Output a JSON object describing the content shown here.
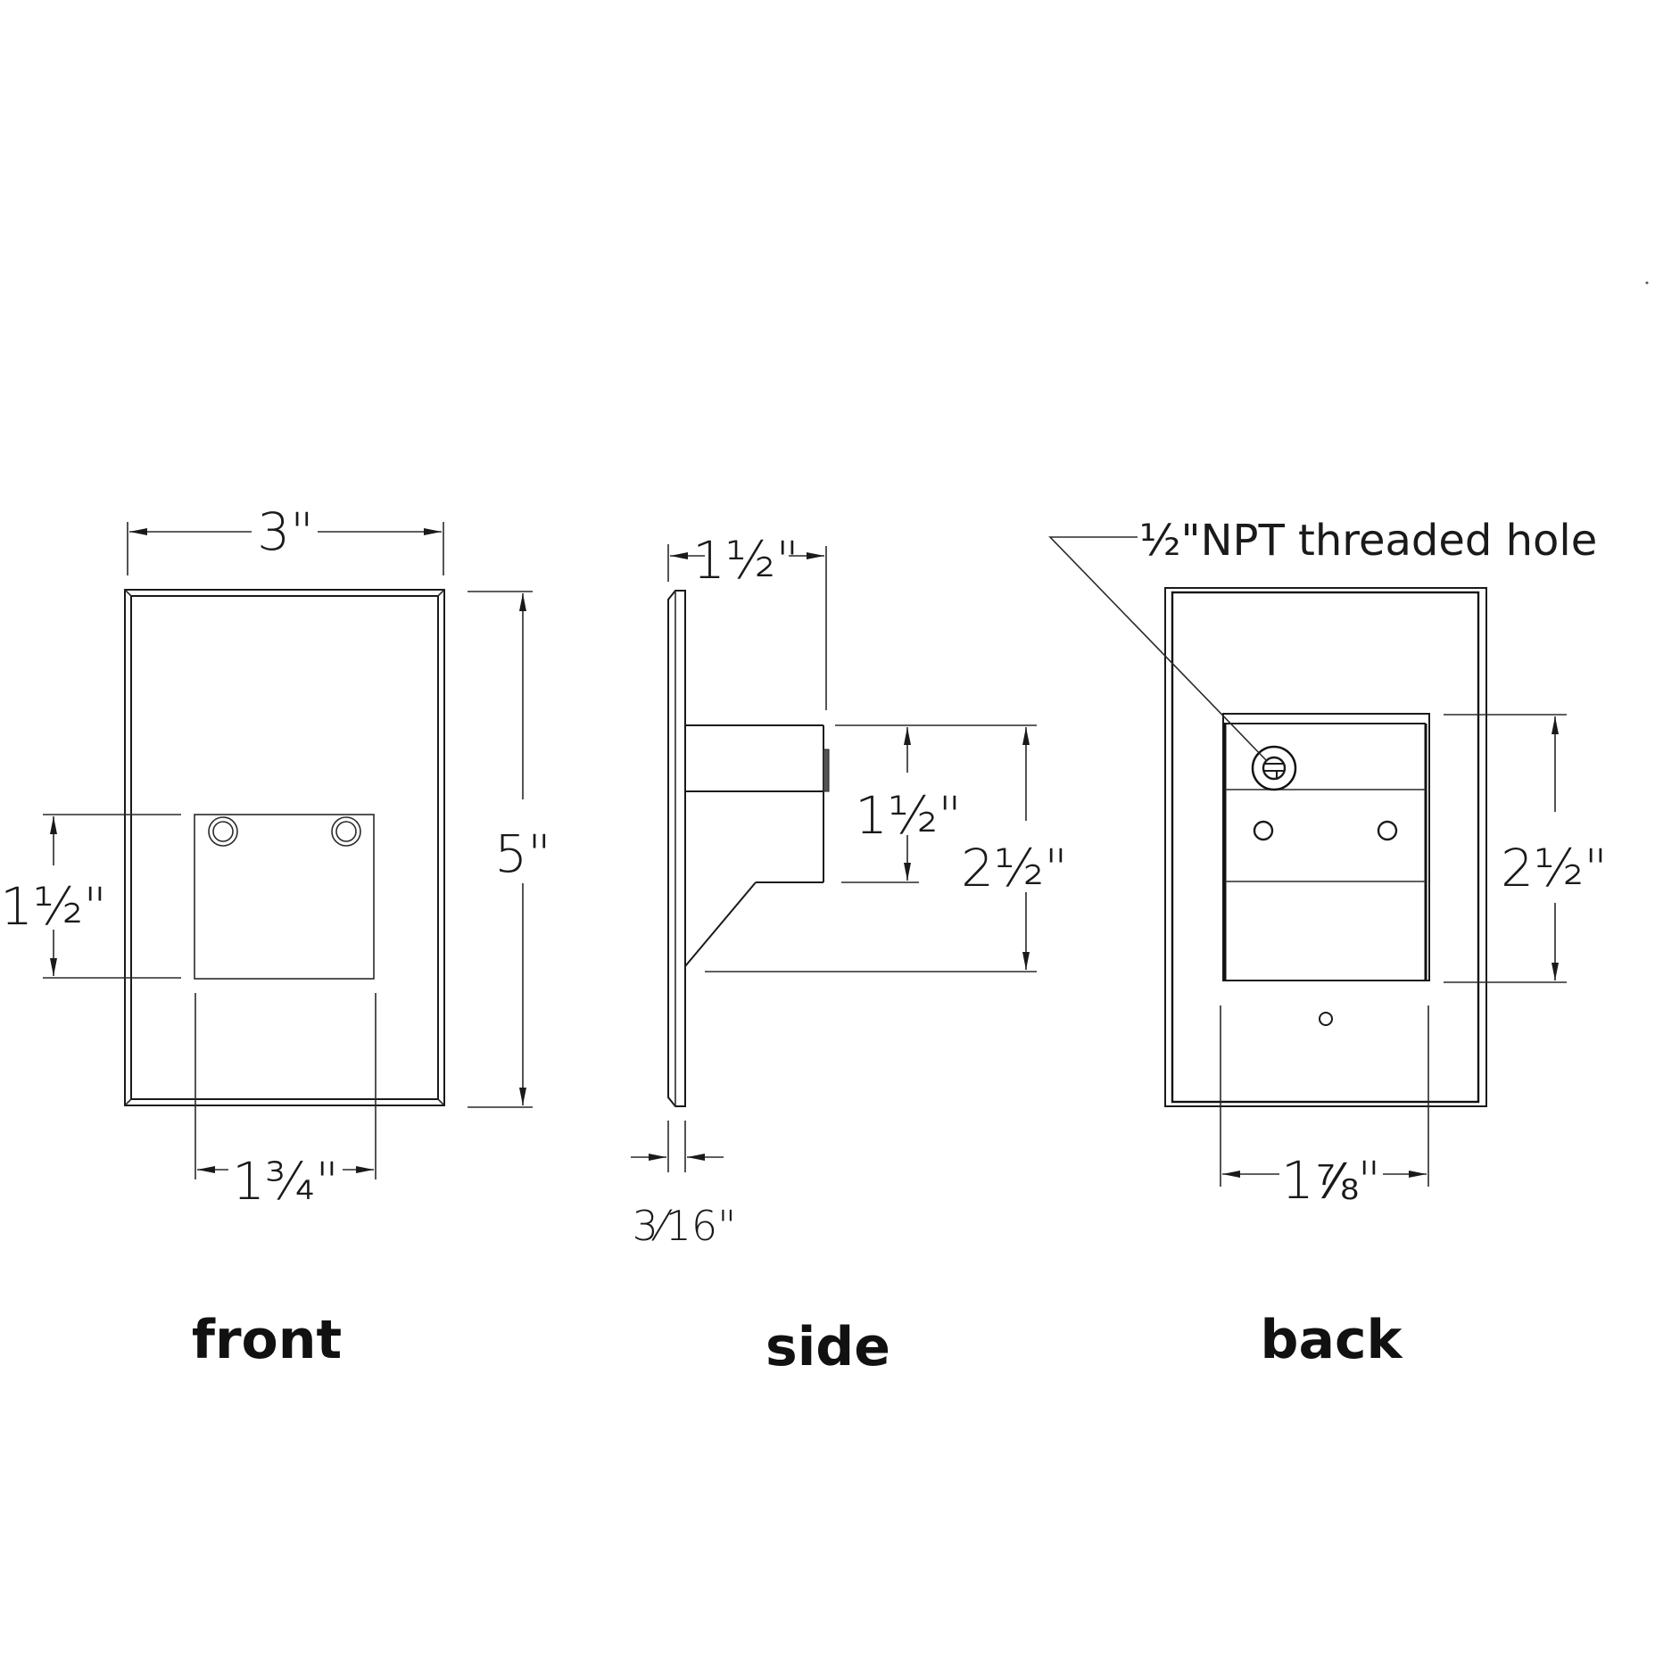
{
  "drawing": {
    "views": {
      "front": {
        "label": "front",
        "dimensions": {
          "width": "3\"",
          "height": "5\"",
          "box_height": "1½\"",
          "box_width": "1¾\""
        }
      },
      "side": {
        "label": "side",
        "dimensions": {
          "depth": "1½\"",
          "box_height": "1½\"",
          "overall_height": "2½\"",
          "plate_thickness": "3⁄16\""
        }
      },
      "back": {
        "label": "back",
        "callout": "½\"NPT threaded hole",
        "dimensions": {
          "box_height": "2½\"",
          "box_width": "1⅞\""
        }
      }
    },
    "colors": {
      "line": "#1a1a1a",
      "background": "#ffffff"
    }
  }
}
